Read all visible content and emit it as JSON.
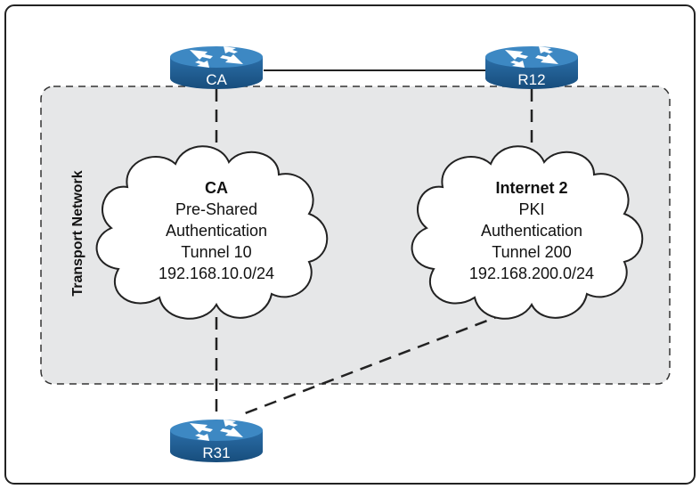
{
  "transport_label": "Transport Network",
  "routers": {
    "ca": {
      "label": "CA"
    },
    "r12": {
      "label": "R12"
    },
    "r31": {
      "label": "R31"
    }
  },
  "clouds": {
    "left": {
      "title": "CA",
      "lines": [
        "Pre-Shared",
        "Authentication",
        "Tunnel 10",
        "192.168.10.0/24"
      ]
    },
    "right": {
      "title": "Internet 2",
      "lines": [
        "PKI",
        "Authentication",
        "Tunnel 200",
        "192.168.200.0/24"
      ]
    }
  },
  "colors": {
    "router_top": "#3d88c3",
    "router_side": "#1f5f95",
    "region_fill": "#e6e7e8",
    "frame_stroke": "#222222"
  },
  "icons": [
    "router-icon",
    "cloud-icon"
  ]
}
